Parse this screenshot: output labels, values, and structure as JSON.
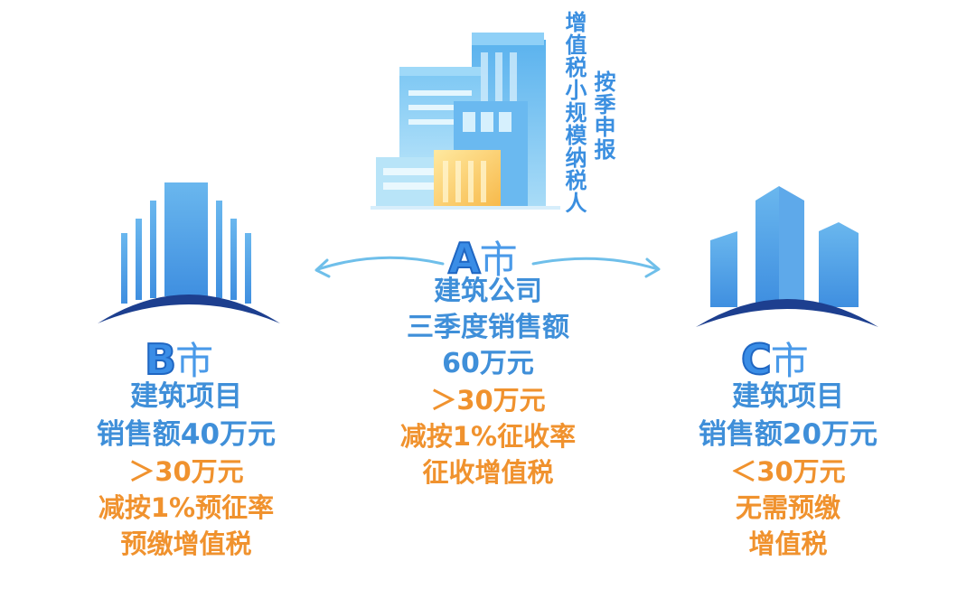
{
  "a_city": {
    "vertical_text_1": "增值税小规模纳税人",
    "vertical_text_2": "按季申报",
    "title_letter": "A",
    "title_suffix": "市",
    "lines_blue": [
      "建筑公司",
      "三季度销售额",
      "60万元"
    ],
    "lines_orange": [
      "＞30万元",
      "减按1%征收率",
      "征收增值税"
    ]
  },
  "b_city": {
    "title_letter": "B",
    "title_suffix": "市",
    "lines_blue": [
      "建筑项目",
      "销售额40万元"
    ],
    "lines_orange": [
      "＞30万元",
      "减按1%预征率",
      "预缴增值税"
    ]
  },
  "c_city": {
    "title_letter": "C",
    "title_suffix": "市",
    "lines_blue": [
      "建筑项目",
      "销售额20万元"
    ],
    "lines_orange": [
      "＜30万元",
      "无需预缴",
      "增值税"
    ]
  },
  "colors": {
    "blue_text": "#3f8fd9",
    "orange_text": "#f0922e",
    "arc_navy": "#1d3f8f",
    "arrow": "#6fbfea"
  },
  "icons": {
    "a_building": "office-buildings-icon",
    "b_building": "bar-skyline-icon",
    "c_building": "tower-skyline-icon"
  }
}
